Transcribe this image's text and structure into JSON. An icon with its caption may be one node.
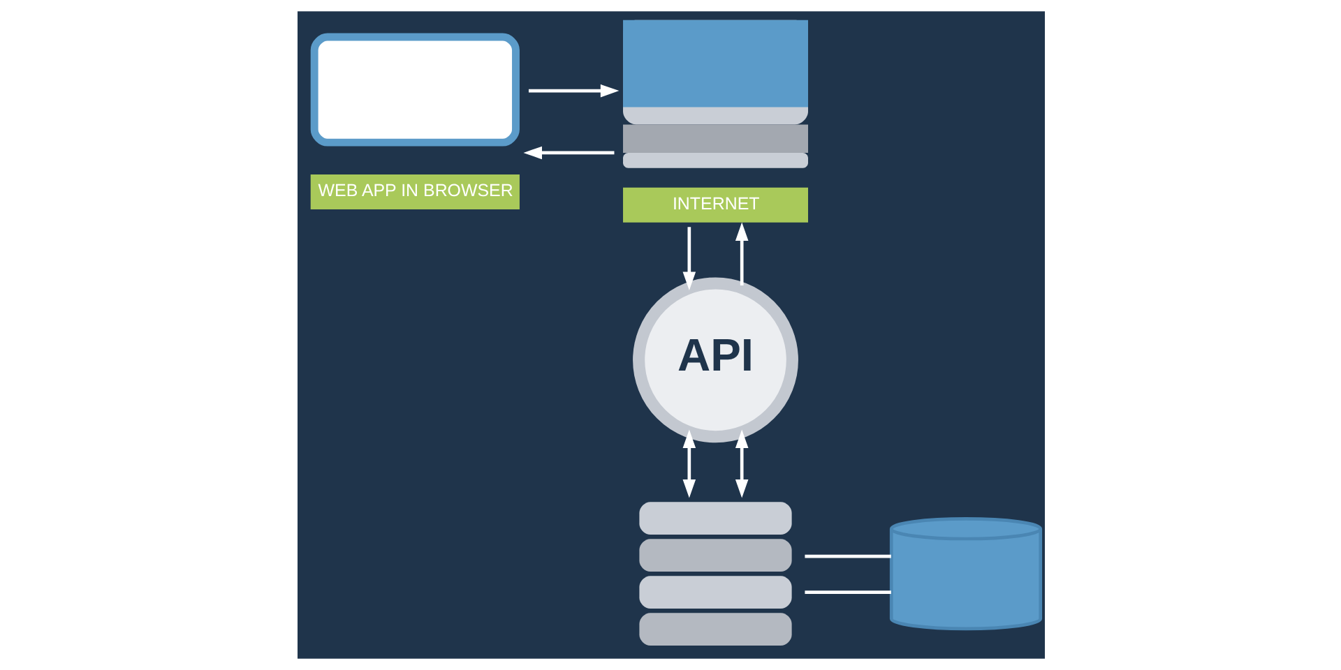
{
  "diagram": {
    "nodes": [
      {
        "text": [
          "WEB APP IN BROWSER"
        ]
      },
      {
        "text": [
          "INTERNET"
        ]
      },
      {
        "text": [
          "API"
        ]
      },
      {
        "text": [],
        "shape": "picture"
      },
      {
        "text": [],
        "shape": "cylinder"
      }
    ],
    "edges": [
      {
        "from": 0,
        "to": 1,
        "arrow": "to"
      },
      {
        "from": 1,
        "to": 0,
        "arrow": "to"
      },
      {
        "from": 2,
        "to": 1,
        "arrow": "to"
      },
      {
        "from": 1,
        "to": 2,
        "arrow": "to"
      },
      {
        "from": 2,
        "to": 3,
        "arrow": "both"
      },
      {
        "from": 2,
        "to": 3,
        "arrow": "both"
      },
      {
        "from": 3,
        "to": 4,
        "arrow": "none"
      },
      {
        "from": 3,
        "to": 4,
        "arrow": "none"
      }
    ]
  }
}
